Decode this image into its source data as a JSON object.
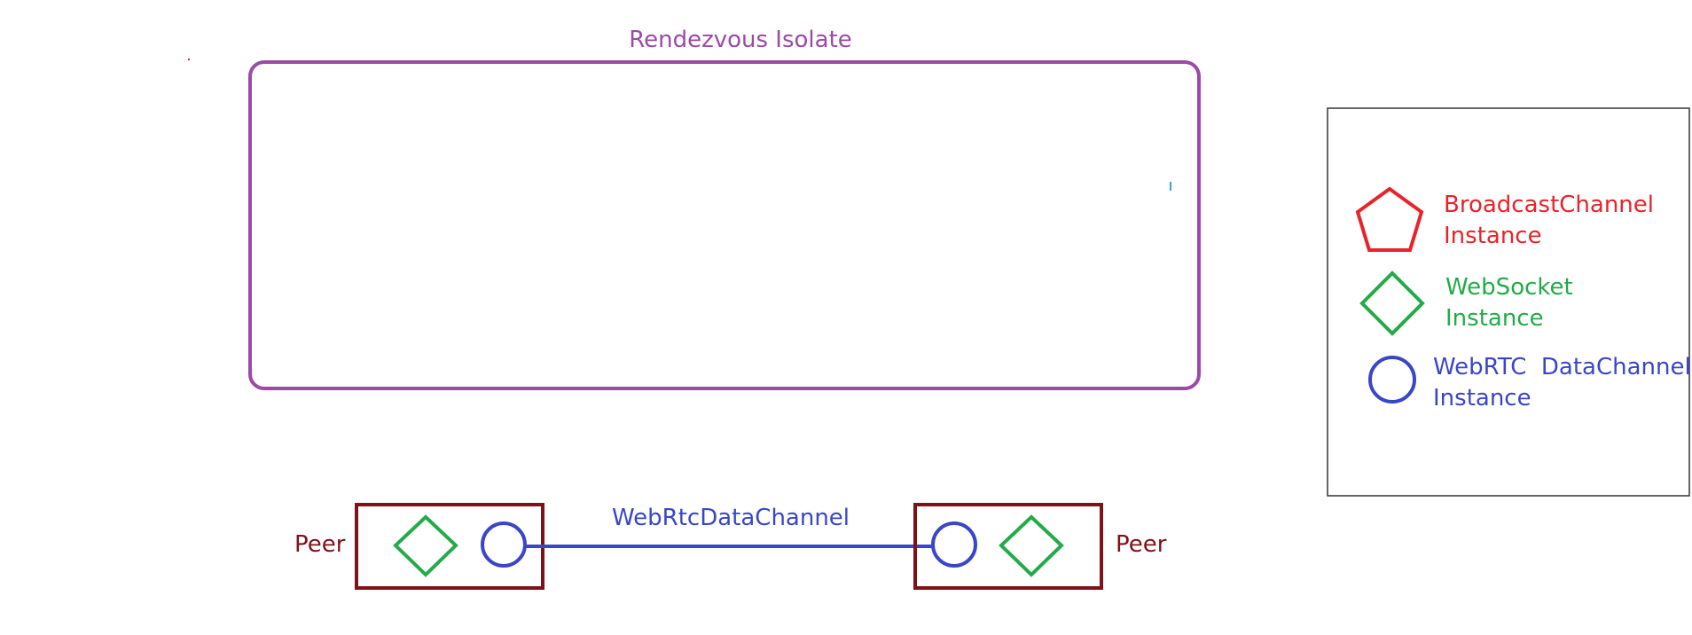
{
  "rendezvous": {
    "label": "Rendezvous Isolate",
    "color": "#9B4AA6"
  },
  "peers": {
    "left_label": "Peer",
    "right_label": "Peer",
    "color": "#7F1119"
  },
  "connection": {
    "label": "WebRtcDataChannel",
    "color": "#3A46C9"
  },
  "legend": {
    "broadcast": {
      "line1": "BroadcastChannel",
      "line2": "Instance",
      "color": "#E8232B"
    },
    "websocket": {
      "line1": "WebSocket",
      "line2": "Instance",
      "color": "#22AB48"
    },
    "webrtc": {
      "line1": "WebRTC  DataChannel",
      "line2": "Instance",
      "color": "#3A46C9"
    }
  }
}
